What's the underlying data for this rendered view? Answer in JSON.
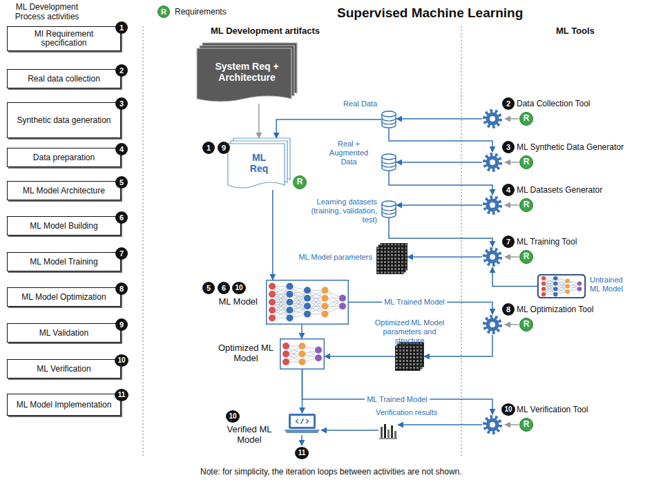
{
  "diagram": {
    "title": "Supervised Machine Learning",
    "caption": "Note: for simplicity, the iteration loops between activities are not shown.",
    "nodes": [
      {
        "text": [
          "MI Requirement specification"
        ]
      },
      {
        "text": [
          "Real data collection"
        ]
      },
      {
        "text": [
          "Synthetic data generation"
        ]
      },
      {
        "text": [
          "Data preparation"
        ]
      },
      {
        "text": [
          "ML Model Architecture"
        ]
      },
      {
        "text": [
          "ML Model Building"
        ]
      },
      {
        "text": [
          "ML Model Training"
        ]
      },
      {
        "text": [
          "ML Model Optimization"
        ]
      },
      {
        "text": [
          "ML Validation"
        ]
      },
      {
        "text": [
          "ML Verification"
        ]
      },
      {
        "text": [
          "ML Model Implementation"
        ]
      },
      {
        "text": [
          "System Req + Architecture"
        ]
      },
      {
        "text": [
          "ML Req"
        ]
      },
      {
        "text": [
          "Real Data"
        ]
      },
      {
        "text": [
          "Data Collection Tool"
        ]
      },
      {
        "text": [
          "Real + Augmented Data"
        ]
      },
      {
        "text": [
          "ML Synthetic Data Generator"
        ]
      },
      {
        "text": [
          "Learning datasets (training, validation, test)"
        ]
      },
      {
        "text": [
          "ML Datasets Generator"
        ]
      },
      {
        "text": [
          "ML Model parameters"
        ]
      },
      {
        "text": [
          "ML Training Tool"
        ]
      },
      {
        "text": [
          "Untrained ML Model"
        ]
      },
      {
        "text": [
          "ML Model"
        ]
      },
      {
        "text": [
          "ML Optimization Tool"
        ]
      },
      {
        "text": [
          "Optimized ML Model parameters and structure"
        ]
      },
      {
        "text": [
          "Optimized ML Model"
        ]
      },
      {
        "text": [
          "ML Verification Tool"
        ]
      },
      {
        "text": [
          "Verification results"
        ]
      },
      {
        "text": [
          "Verified ML Model"
        ]
      }
    ],
    "edges": [
      {
        "from": 11,
        "to": 12,
        "arrow": "to"
      },
      {
        "from": 13,
        "to": 12,
        "arrow": "to"
      },
      {
        "from": 14,
        "to": 13,
        "arrow": "to"
      },
      {
        "from": 13,
        "to": 16,
        "arrow": "to"
      },
      {
        "from": 16,
        "to": 15,
        "arrow": "to"
      },
      {
        "from": 15,
        "to": 18,
        "arrow": "to"
      },
      {
        "from": 18,
        "to": 17,
        "arrow": "to"
      },
      {
        "from": 17,
        "to": 20,
        "arrow": "to"
      },
      {
        "from": 20,
        "to": 19,
        "arrow": "to"
      },
      {
        "from": 21,
        "to": 20,
        "arrow": "to"
      },
      {
        "from": 12,
        "to": 22,
        "arrow": "to"
      },
      {
        "from": 22,
        "to": 23,
        "label": "ML Trained Model",
        "arrow": "to"
      },
      {
        "from": 23,
        "to": 24,
        "arrow": "to"
      },
      {
        "from": 24,
        "to": 25,
        "arrow": "to"
      },
      {
        "from": 22,
        "to": 25,
        "arrow": "to"
      },
      {
        "from": 25,
        "to": 28,
        "arrow": "to"
      },
      {
        "from": 25,
        "to": 26,
        "label": "ML Trained Model",
        "arrow": "to"
      },
      {
        "from": 26,
        "to": 27,
        "arrow": "to"
      },
      {
        "from": 27,
        "to": 28,
        "arrow": "to"
      }
    ],
    "labels": [
      "ML Development Process activities",
      "1",
      "2",
      "3",
      "4",
      "5",
      "6",
      "7",
      "8",
      "9",
      "10",
      "11",
      "R",
      "ML Development artifacts",
      "ML Tools",
      "1",
      "9",
      "R",
      "2",
      "R",
      "3",
      "R",
      "4",
      "R",
      "7",
      "R",
      "5",
      "6",
      "10",
      "8",
      "R",
      "10",
      "R",
      "10",
      "11"
    ],
    "legend": [
      {
        "text": "Requirements",
        "color": "#3ea54a"
      }
    ]
  }
}
